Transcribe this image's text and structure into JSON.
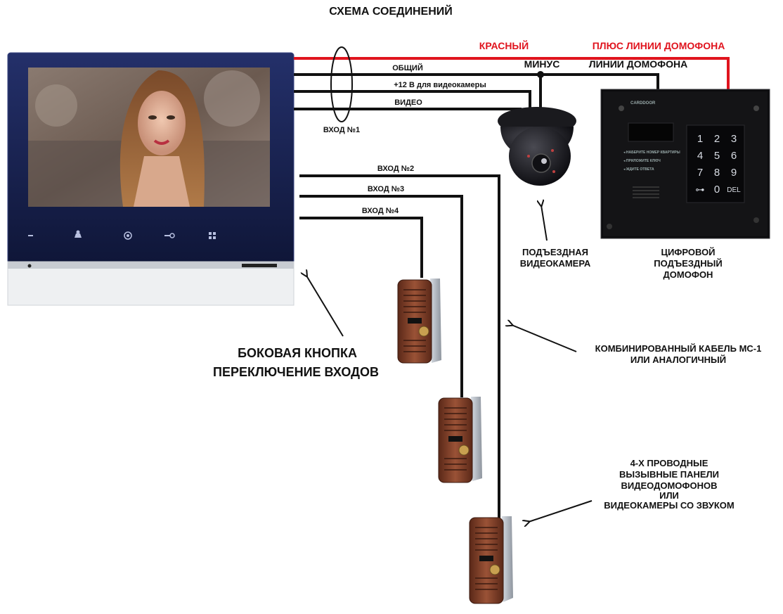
{
  "title": "СХЕМА СОЕДИНЕНИЙ",
  "wires": {
    "red_label": "КРАСНЫЙ",
    "plus_label": "ПЛЮС  ЛИНИИ ДОМОФОНА",
    "common_label": "ОБЩИЙ",
    "minus_label": "МИНУС",
    "intercom_line_label": "ЛИНИИ ДОМОФОНА",
    "power_label": "+12 В для видеокамеры",
    "video_label": "ВИДЕО",
    "input1_label": "ВХОД №1",
    "input2_label": "ВХОД №2",
    "input3_label": "ВХОД №3",
    "input4_label": "ВХОД №4"
  },
  "camera_caption": [
    "ПОДЪЕЗДНАЯ",
    "ВИДЕОКАМЕРА"
  ],
  "intercom_caption": [
    "ЦИФРОВОЙ",
    "ПОДЪЕЗДНЫЙ",
    "ДОМОФОН"
  ],
  "side_button_caption": [
    "БОКОВАЯ КНОПКА",
    "ПЕРЕКЛЮЧЕНИЕ  ВХОДОВ"
  ],
  "cable_caption": [
    "КОМБИНИРОВАННЫЙ КАБЕЛЬ МС-1",
    "ИЛИ АНАЛОГИЧНЫЙ"
  ],
  "panels_caption": [
    "4-Х ПРОВОДНЫЕ",
    "ВЫЗЫВНЫЕ ПАНЕЛИ",
    "ВИДЕОДОМОФОНОВ",
    "ИЛИ",
    "ВИДЕОКАМЕРЫ СО ЗВУКОМ"
  ],
  "keypad": {
    "keys": [
      "1",
      "2",
      "3",
      "4",
      "5",
      "6",
      "7",
      "8",
      "9",
      "⊶",
      "0",
      "DEL"
    ]
  },
  "colors": {
    "red_wire": "#e0141e",
    "black_wire": "#111111",
    "monitor_frame": "#1a2150",
    "panel_copper": "#7a3a26"
  }
}
